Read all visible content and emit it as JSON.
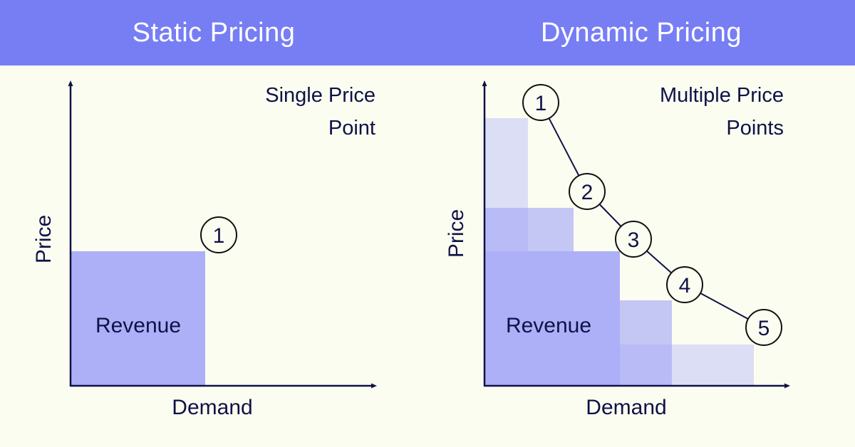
{
  "colors": {
    "header_bg": "#777ef4",
    "page_bg": "#fbfdf1",
    "ink": "#0f1247",
    "revenue_main": "#adb0f7",
    "revenue_mid": "#c4c6f4",
    "revenue_overlap": "#b9bbf6",
    "revenue_light": "#dcdef5"
  },
  "left_panel": {
    "header": "Static Pricing",
    "caption_line1": "Single Price",
    "caption_line2": "Point",
    "y_axis_label": "Price",
    "x_axis_label": "Demand",
    "revenue_label": "Revenue",
    "points": [
      "1"
    ]
  },
  "right_panel": {
    "header": "Dynamic Pricing",
    "caption_line1": "Multiple Price",
    "caption_line2": "Points",
    "y_axis_label": "Price",
    "x_axis_label": "Demand",
    "revenue_label": "Revenue",
    "points": [
      "1",
      "2",
      "3",
      "4",
      "5"
    ]
  }
}
